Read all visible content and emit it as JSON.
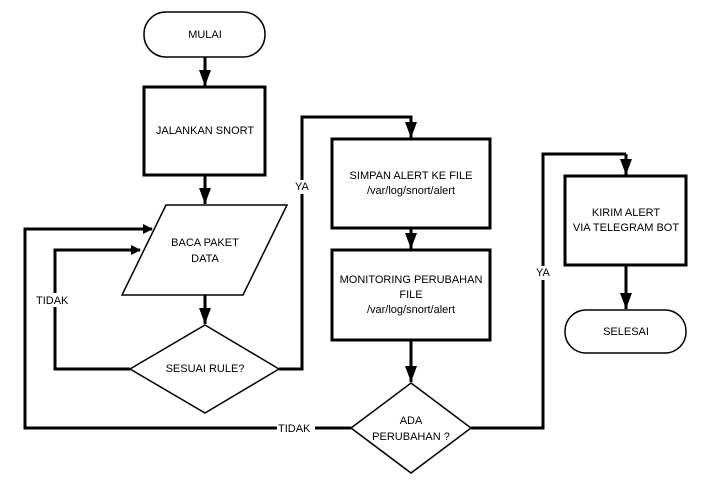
{
  "nodes": {
    "mulai": {
      "label": "MULAI",
      "type": "terminal"
    },
    "jalankan": {
      "label": "JALANKAN SNORT",
      "type": "process"
    },
    "baca": {
      "lines": [
        "BACA PAKET",
        "DATA"
      ],
      "type": "input-output"
    },
    "sesuai": {
      "label": "SESUAI RULE?",
      "type": "decision"
    },
    "simpan": {
      "lines": [
        "SIMPAN ALERT KE FILE",
        "/var/log/snort/alert"
      ],
      "type": "process"
    },
    "monitoring": {
      "lines": [
        "MONITORING PERUBAHAN",
        "FILE",
        "/var/log/snort/alert"
      ],
      "type": "process"
    },
    "ada": {
      "lines": [
        "ADA",
        "PERUBAHAN ?"
      ],
      "type": "decision"
    },
    "kirim": {
      "lines": [
        "KIRIM ALERT",
        "VIA TELEGRAM BOT"
      ],
      "type": "process"
    },
    "selesai": {
      "label": "SELESAI",
      "type": "terminal"
    }
  },
  "edges": {
    "sesuai_tidak": "TIDAK",
    "sesuai_ya": "YA",
    "ada_tidak": "TIDAK",
    "ada_ya": "YA"
  }
}
